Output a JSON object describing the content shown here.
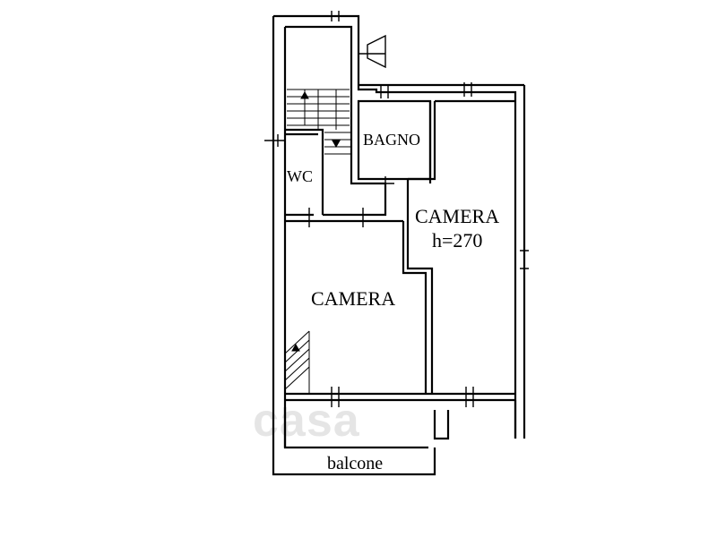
{
  "rooms": {
    "bagno": "BAGNO",
    "wc": "WC",
    "camera_right": "CAMERA",
    "camera_right_height": "h=270",
    "camera_left": "CAMERA",
    "balcone": "balcone"
  },
  "watermark": "casa",
  "colors": {
    "wall": "#000000",
    "background": "#ffffff"
  }
}
